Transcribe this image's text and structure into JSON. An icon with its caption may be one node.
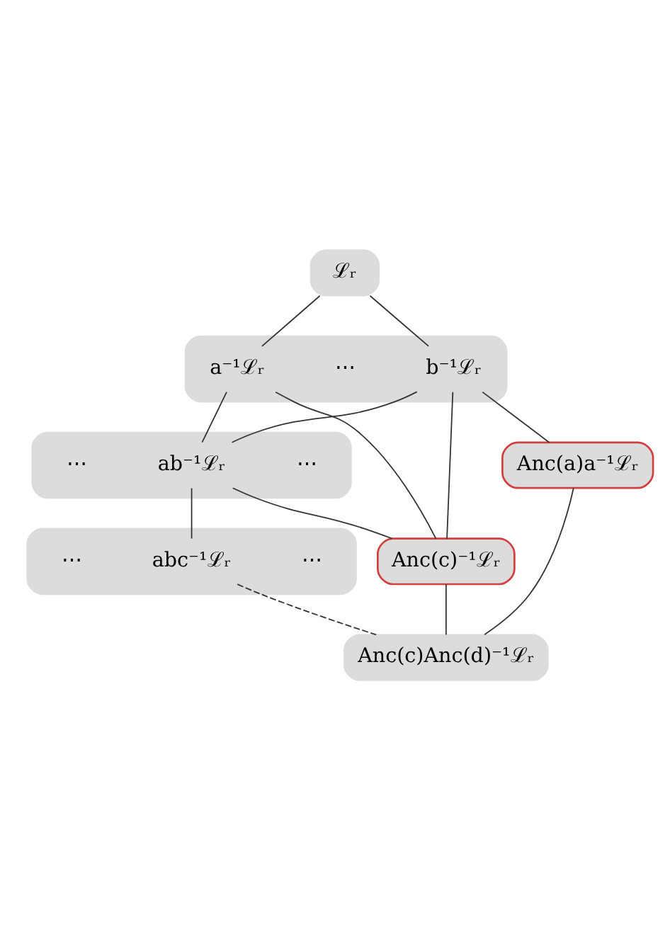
{
  "diagram": {
    "nodes": [
      {
        "text": [
          "ℒᵣ"
        ]
      },
      {
        "text": [],
        "shape": "box"
      },
      {
        "text": [
          "a⁻¹ℒᵣ"
        ],
        "in": 1
      },
      {
        "text": [
          "⋯"
        ],
        "in": 1
      },
      {
        "text": [
          "b⁻¹ℒᵣ"
        ],
        "in": 1
      },
      {
        "text": [],
        "shape": "box"
      },
      {
        "text": [
          "⋯"
        ],
        "in": 5
      },
      {
        "text": [
          "ab⁻¹ℒᵣ"
        ],
        "in": 5
      },
      {
        "text": [
          "⋯"
        ],
        "in": 5
      },
      {
        "text": [],
        "shape": "box"
      },
      {
        "text": [
          "⋯"
        ],
        "in": 9
      },
      {
        "text": [
          "abc⁻¹ℒᵣ"
        ],
        "in": 9
      },
      {
        "text": [
          "⋯"
        ],
        "in": 9
      },
      {
        "text": [
          "Anc(c)⁻¹ℒᵣ"
        ]
      },
      {
        "text": [
          "Anc(a)a⁻¹ℒᵣ"
        ]
      },
      {
        "text": [
          "Anc(c)Anc(d)⁻¹ℒᵣ"
        ]
      }
    ],
    "edges": [
      {
        "from": 0,
        "to": 2,
        "arrow": "none"
      },
      {
        "from": 0,
        "to": 4,
        "arrow": "none"
      },
      {
        "from": 2,
        "to": 7,
        "arrow": "none"
      },
      {
        "from": 4,
        "to": 7,
        "arrow": "none"
      },
      {
        "from": 2,
        "to": 13,
        "arrow": "none"
      },
      {
        "from": 7,
        "to": 13,
        "arrow": "none"
      },
      {
        "from": 4,
        "to": 13,
        "arrow": "none"
      },
      {
        "from": 4,
        "to": 14,
        "arrow": "none"
      },
      {
        "from": 7,
        "to": 11,
        "arrow": "none"
      },
      {
        "from": 11,
        "to": 15,
        "arrow": "none",
        "style": "dashed"
      },
      {
        "from": 13,
        "to": 15,
        "arrow": "none"
      },
      {
        "from": 14,
        "to": 15,
        "arrow": "none"
      }
    ]
  }
}
